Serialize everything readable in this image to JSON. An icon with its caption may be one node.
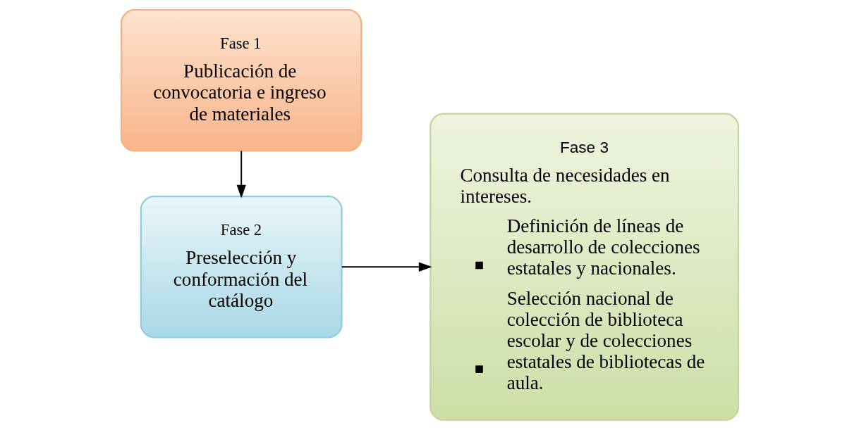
{
  "diagram": {
    "nodes": [
      {
        "text": [
          "Fase 1",
          "Publicación de convocatoria e ingreso de materiales"
        ]
      },
      {
        "text": [
          "Fase 2",
          "Preselección y conformación del catálogo"
        ]
      },
      {
        "text": [
          "Fase 3",
          "Consulta de necesidades en intereses.",
          "Definición de líneas de desarrollo de colecciones estatales y nacionales.",
          "Selección nacional de colección de biblioteca escolar y de colecciones estatales de bibliotecas de aula."
        ]
      }
    ],
    "edges": [
      {
        "from": 0,
        "to": 1,
        "arrow": "to"
      },
      {
        "from": 1,
        "to": 2,
        "arrow": "to"
      }
    ]
  }
}
